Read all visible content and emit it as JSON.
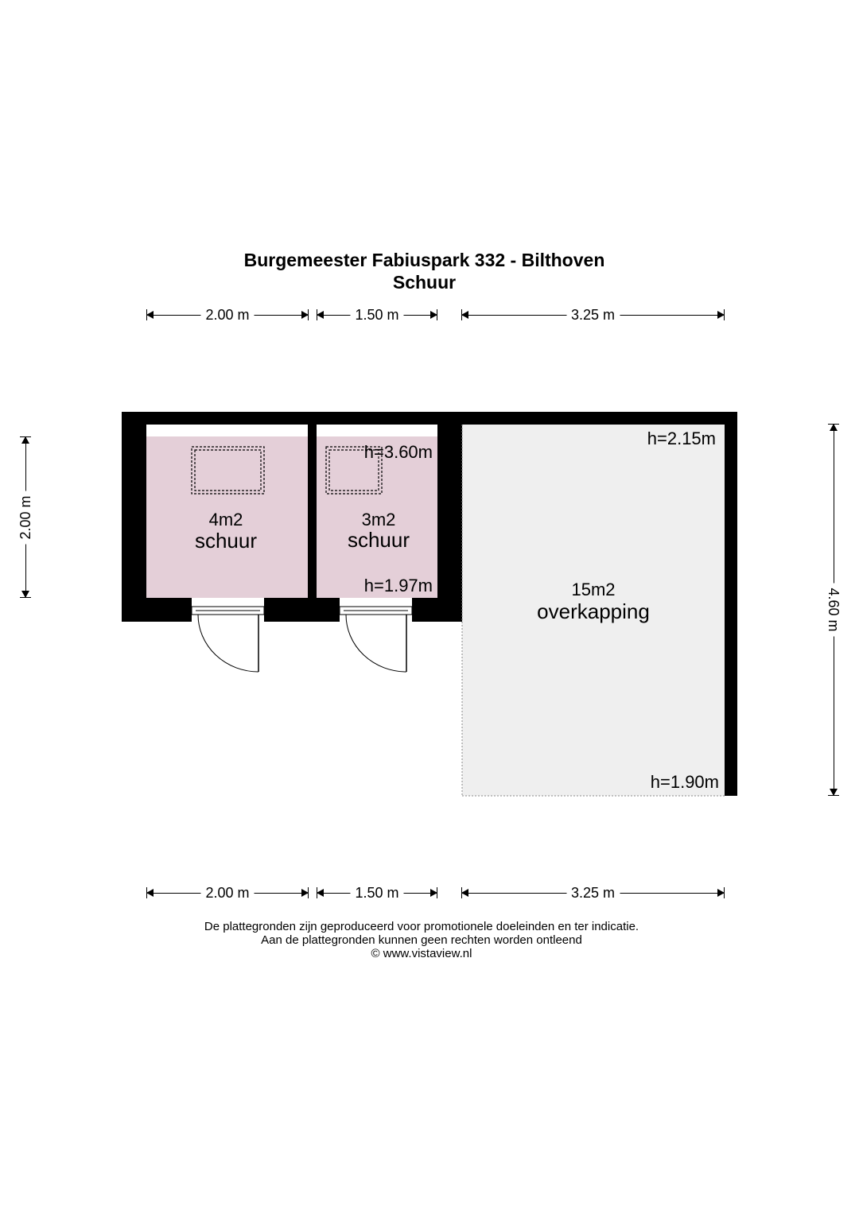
{
  "title": {
    "address": "Burgemeester Fabiuspark 332 - Bilthoven",
    "building": "Schuur"
  },
  "dimensions": {
    "top": [
      "2.00 m",
      "1.50 m",
      "3.25 m"
    ],
    "bottom": [
      "2.00 m",
      "1.50 m",
      "3.25 m"
    ],
    "left": "2.00 m",
    "right": "4.60 m"
  },
  "rooms": [
    {
      "area": "4m2",
      "name": "schuur"
    },
    {
      "area": "3m2",
      "name": "schuur",
      "heights": [
        "h=3.60m",
        "h=1.97m"
      ]
    },
    {
      "area": "15m2",
      "name": "overkapping",
      "heights": [
        "h=2.15m",
        "h=1.90m"
      ]
    }
  ],
  "colors": {
    "wall": "#000000",
    "room_fill": "#e4cfd8",
    "covered_fill": "#efefef"
  },
  "disclaimer": [
    "De plattegronden zijn geproduceerd voor promotionele doeleinden en ter indicatie.",
    "Aan de plattegronden kunnen geen rechten worden ontleend",
    "© www.vistaview.nl"
  ]
}
